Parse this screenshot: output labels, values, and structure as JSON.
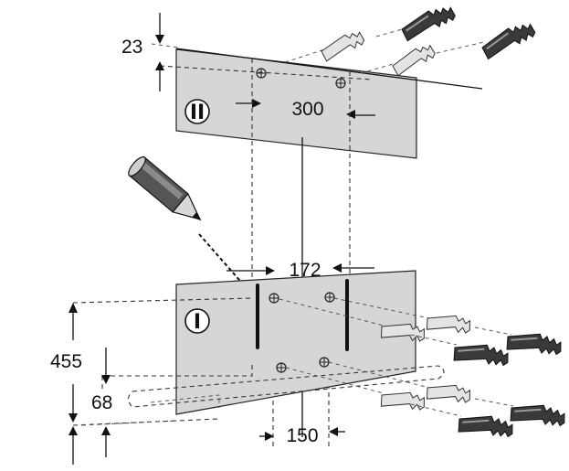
{
  "labels": {
    "dim_23": "23",
    "dim_300": "300",
    "dim_172": "172",
    "dim_455": "455",
    "dim_68": "68",
    "dim_150": "150",
    "marker_top": "II",
    "marker_bottom": "I"
  },
  "colors": {
    "plate_fill": "#d6d6d6",
    "ink": "#111111",
    "background": "#ffffff"
  },
  "icons": [
    "pencil-icon",
    "wall-plug-icon",
    "mounting-plate-icon"
  ]
}
